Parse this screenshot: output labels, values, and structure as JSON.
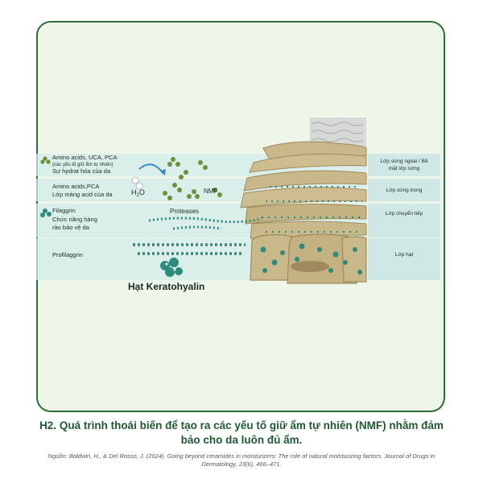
{
  "left_labels": {
    "amino_title": "Amino acids, UCA, PCA",
    "amino_sub": "(các yếu tố giữ ẩm tự nhiên)",
    "amino_desc": "Sự hydrat hóa của da",
    "acid_title": "Amino acids,PCA",
    "acid_desc": "Lớp màng acid của da",
    "filaggrin_title": "Filaggrin",
    "filaggrin_desc1": "Chức năng hàng",
    "filaggrin_desc2": "rào bảo vệ da",
    "profilaggrin": "Profilaggrin"
  },
  "center_labels": {
    "water": "H",
    "water_sub": "2",
    "water_o": "O",
    "nmf": "NMF",
    "proteases": "Proteases",
    "granules": "Hạt Keratohyalin"
  },
  "layers": {
    "outer_1": "Lớp sừng ngoài / Bề",
    "outer_2": "mặt lớp sừng",
    "inner": "Lớp sừng trong",
    "transition": "Lớp chuyển tiếp",
    "granular": "Lớp hạt"
  },
  "caption_1": "H2. Quá trình thoái biến để tạo ra các yếu tố giữ ẩm tự nhiên (NMF) nhằm đảm",
  "caption_2": "bảo cho da luôn đủ ẩm.",
  "source_1": "Nguồn: Baldwin, H., & Del Rosso, J. (2024). Going beyond ceramides in moisturizers: The role of natural moisturizing factors. Journal of Drugs in",
  "source_2": "Dermatology, 23(6), 466–471.",
  "colors": {
    "border": "#2f6b3c",
    "card_bg": "#eef5e9",
    "band": "#d3ebe9",
    "cell": "#c9b98a",
    "cell_dark": "#9e8a5c",
    "granule": "#2e8a7a",
    "caption": "#1f5a32"
  }
}
